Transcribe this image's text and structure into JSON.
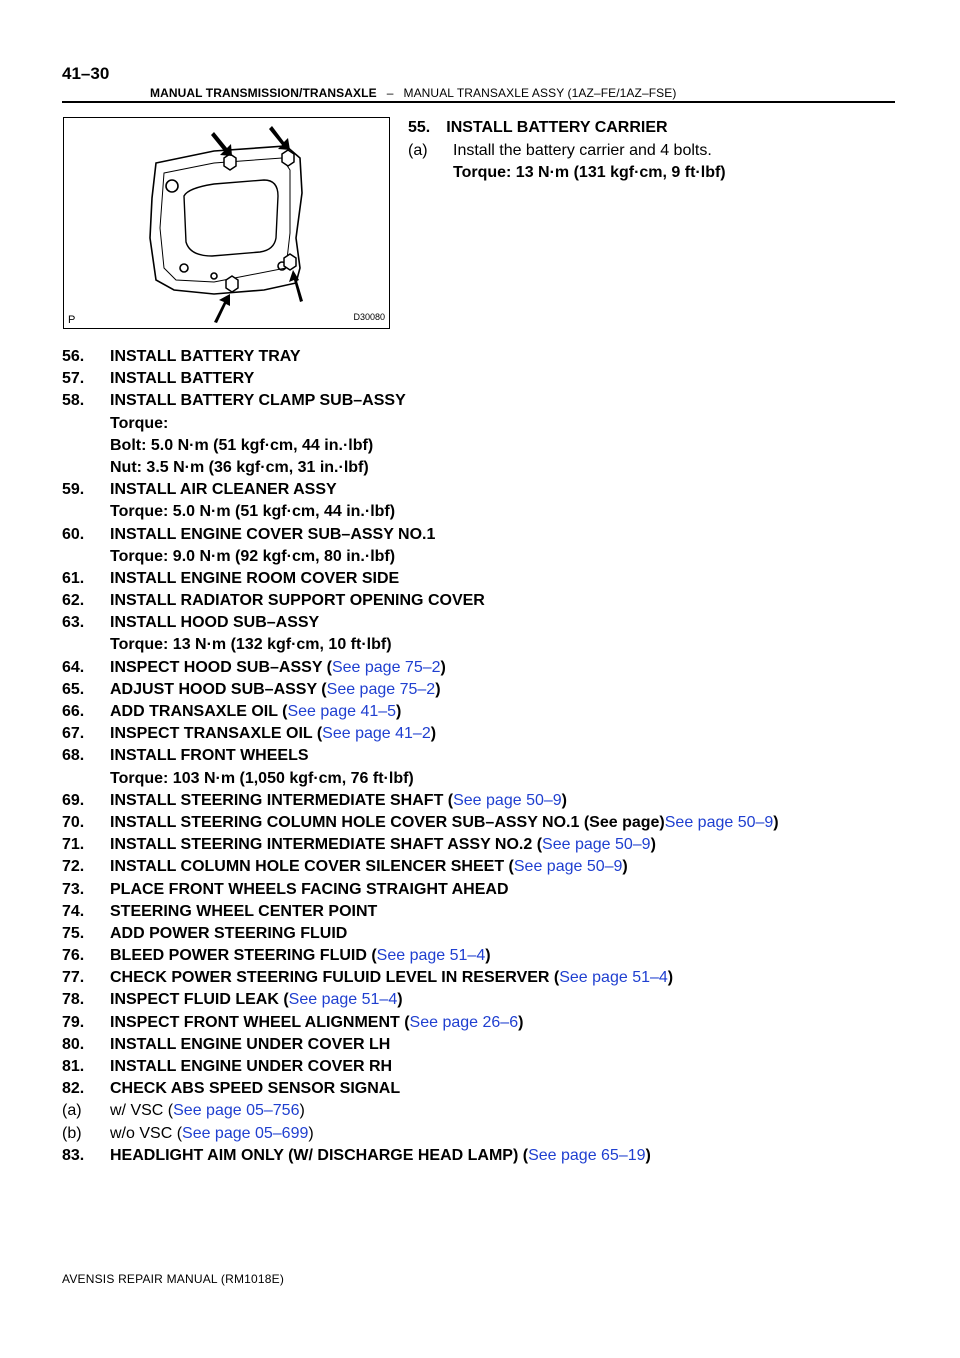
{
  "header": {
    "page_number": "41–30",
    "section": "MANUAL TRANSMISSION/TRANSAXLE",
    "separator": "–",
    "subsection": "MANUAL TRANSAXLE ASSY (1AZ–FE/1AZ–FSE)"
  },
  "figure": {
    "corner_label": "P",
    "code": "D30080"
  },
  "step55": {
    "title": "55. INSTALL BATTERY CARRIER",
    "sub_label": "(a)",
    "sub_text": "Install the battery carrier and 4 bolts.",
    "torque": "Torque: 13 N·m (131 kgf·cm, 9 ft·lbf)"
  },
  "steps": [
    {
      "num": "56.",
      "text": "INSTALL BATTERY TRAY"
    },
    {
      "num": "57.",
      "text": "INSTALL BATTERY"
    },
    {
      "num": "58.",
      "text": "INSTALL BATTERY CLAMP SUB–ASSY"
    },
    {
      "indent": "Torque:"
    },
    {
      "indent": "Bolt: 5.0 N·m (51 kgf·cm, 44 in.·lbf)"
    },
    {
      "indent": "Nut: 3.5 N·m (36 kgf·cm, 31 in.·lbf)"
    },
    {
      "num": "59.",
      "text": "INSTALL AIR CLEANER ASSY"
    },
    {
      "indent": "Torque: 5.0 N·m (51 kgf·cm, 44 in.·lbf)"
    },
    {
      "num": "60.",
      "text": "INSTALL ENGINE COVER SUB–ASSY NO.1"
    },
    {
      "indent": "Torque: 9.0 N·m (92 kgf·cm, 80 in.·lbf)"
    },
    {
      "num": "61.",
      "text": "INSTALL ENGINE ROOM COVER SIDE"
    },
    {
      "num": "62.",
      "text": "INSTALL RADIATOR SUPPORT OPENING COVER"
    },
    {
      "num": "63.",
      "text": "INSTALL HOOD SUB–ASSY"
    },
    {
      "indent": "Torque: 13 N·m (132 kgf·cm, 10 ft·lbf)"
    },
    {
      "num": "64.",
      "text": "INSPECT HOOD SUB–ASSY (",
      "link": "See page 75–2",
      "after": ")"
    },
    {
      "num": "65.",
      "text": "ADJUST HOOD SUB–ASSY (",
      "link": "See page 75–2",
      "after": ")"
    },
    {
      "num": "66.",
      "text": "ADD TRANSAXLE OIL (",
      "link": "See page 41–5",
      "after": ")"
    },
    {
      "num": "67.",
      "text": "INSPECT TRANSAXLE OIL (",
      "link": "See page 41–2",
      "after": ")"
    },
    {
      "num": "68.",
      "text": "INSTALL FRONT WHEELS"
    },
    {
      "indent": "Torque: 103 N·m (1,050 kgf·cm, 76 ft·lbf)"
    },
    {
      "num": "69.",
      "text": "INSTALL STEERING INTERMEDIATE SHAFT (",
      "link": "See page 50–9",
      "after": ")"
    },
    {
      "num": "70.",
      "text": "INSTALL STEERING COLUMN HOLE COVER SUB–ASSY NO.1 (See page)",
      "link": "See page 50–9",
      "after": ")"
    },
    {
      "num": "71.",
      "text": "INSTALL STEERING INTERMEDIATE SHAFT ASSY NO.2 (",
      "link": "See page 50–9",
      "after": ")"
    },
    {
      "num": "72.",
      "text": "INSTALL COLUMN HOLE COVER SILENCER SHEET (",
      "link": "See page 50–9",
      "after": ")"
    },
    {
      "num": "73.",
      "text": "PLACE FRONT WHEELS FACING STRAIGHT AHEAD"
    },
    {
      "num": "74.",
      "text": "STEERING WHEEL CENTER POINT"
    },
    {
      "num": "75.",
      "text": "ADD POWER STEERING FLUID"
    },
    {
      "num": "76.",
      "text": "BLEED POWER STEERING FLUID (",
      "link": "See page 51–4",
      "after": ")"
    },
    {
      "num": "77.",
      "text": "CHECK POWER STEERING FULUID LEVEL IN RESERVER (",
      "link": "See page 51–4",
      "after": ")"
    },
    {
      "num": "78.",
      "text": "INSPECT FLUID LEAK (",
      "link": "See page 51–4",
      "after": ")"
    },
    {
      "num": "79.",
      "text": "INSPECT FRONT WHEEL ALIGNMENT (",
      "link": "See page 26–6",
      "after": ")"
    },
    {
      "num": "80.",
      "text": "INSTALL ENGINE UNDER COVER LH"
    },
    {
      "num": "81.",
      "text": "INSTALL ENGINE UNDER COVER RH"
    },
    {
      "num": "82.",
      "text": "CHECK ABS SPEED SENSOR SIGNAL"
    },
    {
      "num": "(a)",
      "text": "w/ VSC (",
      "link": "See page 05–756",
      "after": ")",
      "sub": true
    },
    {
      "num": "(b)",
      "text": "w/o VSC (",
      "link": "See page 05–699",
      "after": ")",
      "sub": true
    },
    {
      "num": "83.",
      "text": "HEADLIGHT AIM ONLY (W/ DISCHARGE HEAD LAMP) (",
      "link": "See page 65–19",
      "after": ")"
    }
  ],
  "footer": {
    "text": "AVENSIS REPAIR MANUAL   (RM1018E)"
  }
}
